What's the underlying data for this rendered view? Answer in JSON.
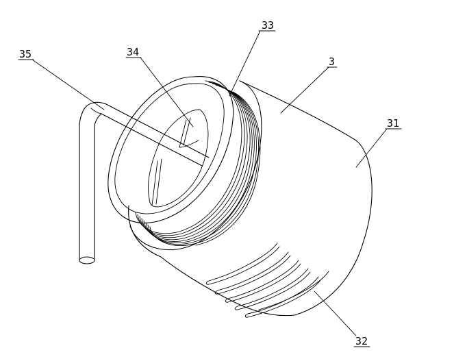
{
  "figure": {
    "labels": {
      "part_3": "3",
      "part_31": "31",
      "part_32": "32",
      "part_33": "33",
      "part_34": "34",
      "part_35": "35"
    }
  }
}
